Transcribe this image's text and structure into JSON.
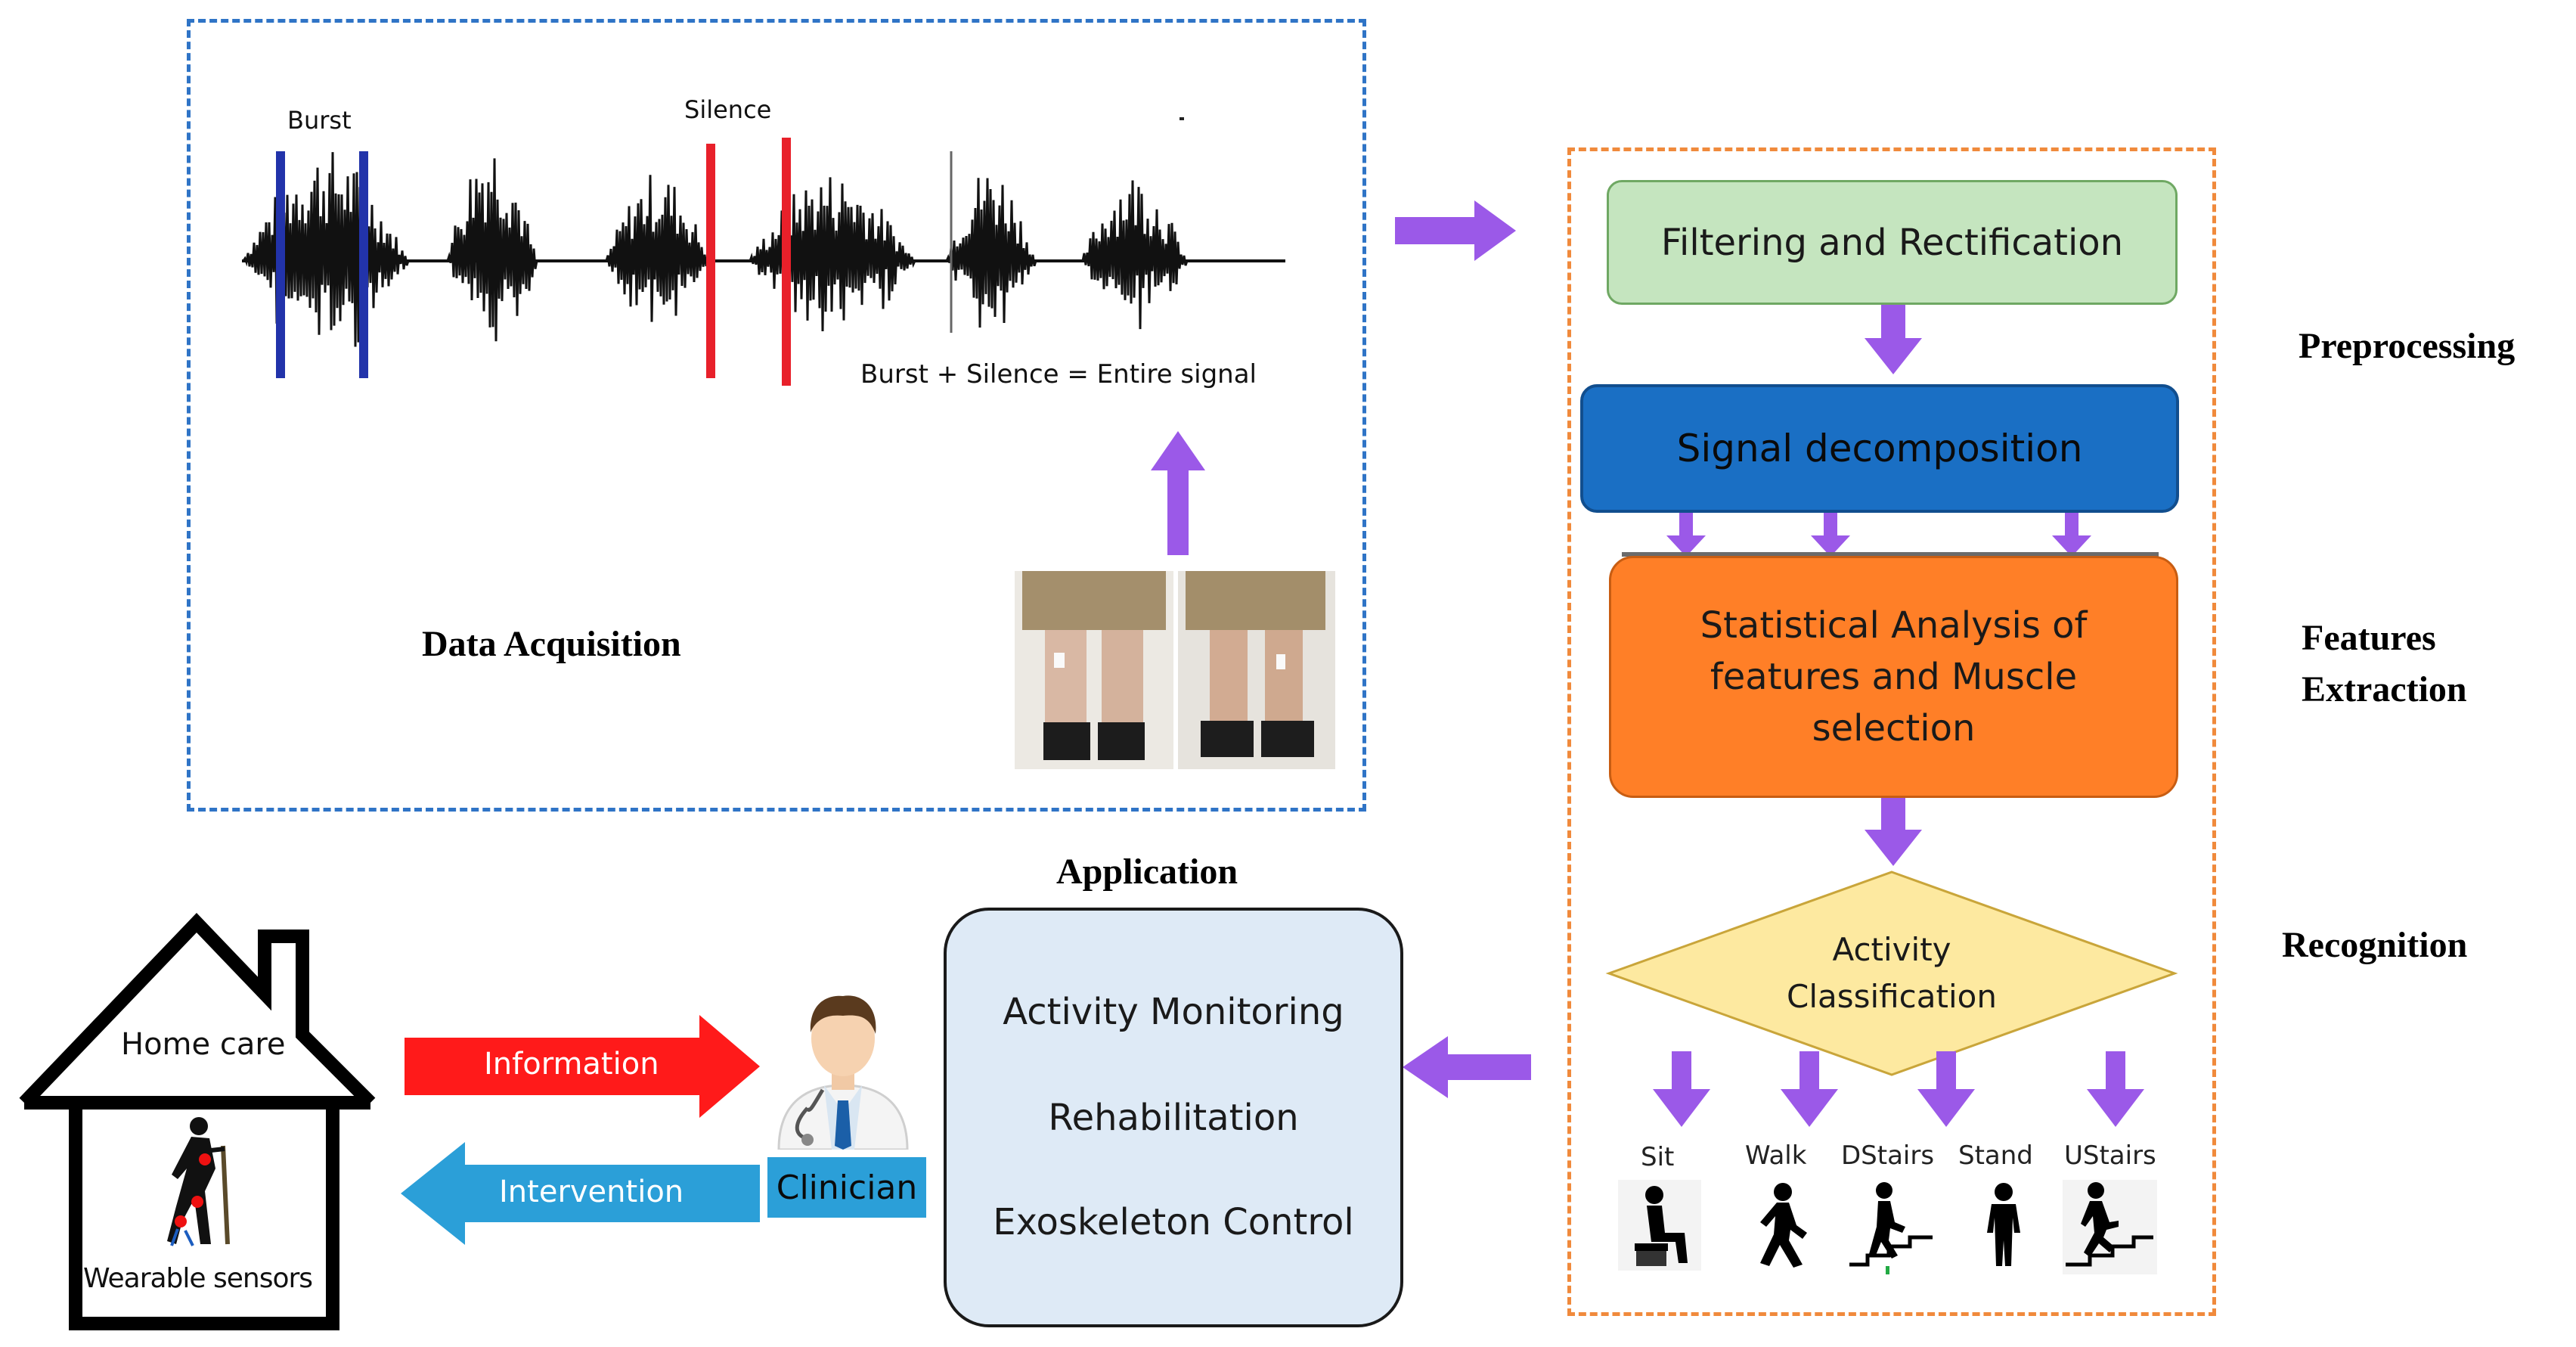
{
  "data_acquisition": {
    "title": "Data Acquisition",
    "burst_label": "Burst",
    "silence_label": "Silence",
    "equation": "Burst + Silence = Entire signal"
  },
  "pipeline": {
    "filtering": "Filtering and Rectification",
    "decomposition": "Signal decomposition",
    "statistical": "Statistical Analysis of features and Muscle selection",
    "classification": "Activity Classification"
  },
  "stages": {
    "preprocessing": "Preprocessing",
    "features_line1": "Features",
    "features_line2": "Extraction",
    "recognition": "Recognition"
  },
  "activities": [
    {
      "label": "Sit",
      "icon": "sitting-person-icon"
    },
    {
      "label": "Walk",
      "icon": "walking-person-icon"
    },
    {
      "label": "DStairs",
      "icon": "descending-stairs-icon"
    },
    {
      "label": "Stand",
      "icon": "standing-person-icon"
    },
    {
      "label": "UStairs",
      "icon": "ascending-stairs-icon"
    }
  ],
  "application": {
    "title": "Application",
    "items": [
      "Activity Monitoring",
      "Rehabilitation",
      "Exoskeleton Control"
    ]
  },
  "home": {
    "label": "Home care",
    "sensors": "Wearable sensors"
  },
  "flow": {
    "information": "Information",
    "intervention": "Intervention",
    "clinician": "Clinician"
  },
  "colors": {
    "blue_dashed": "#2f74c6",
    "orange_dashed": "#f08a3c",
    "arrow_purple": "#9b59e8",
    "green_box": "#c5e5bf",
    "blue_box": "#1a6fc4",
    "orange_box": "#ff7f27",
    "diamond": "#fde9a0",
    "app_box": "#deeaf6",
    "info_red": "#ff1a1a",
    "intervention_blue": "#2b9fd8"
  }
}
